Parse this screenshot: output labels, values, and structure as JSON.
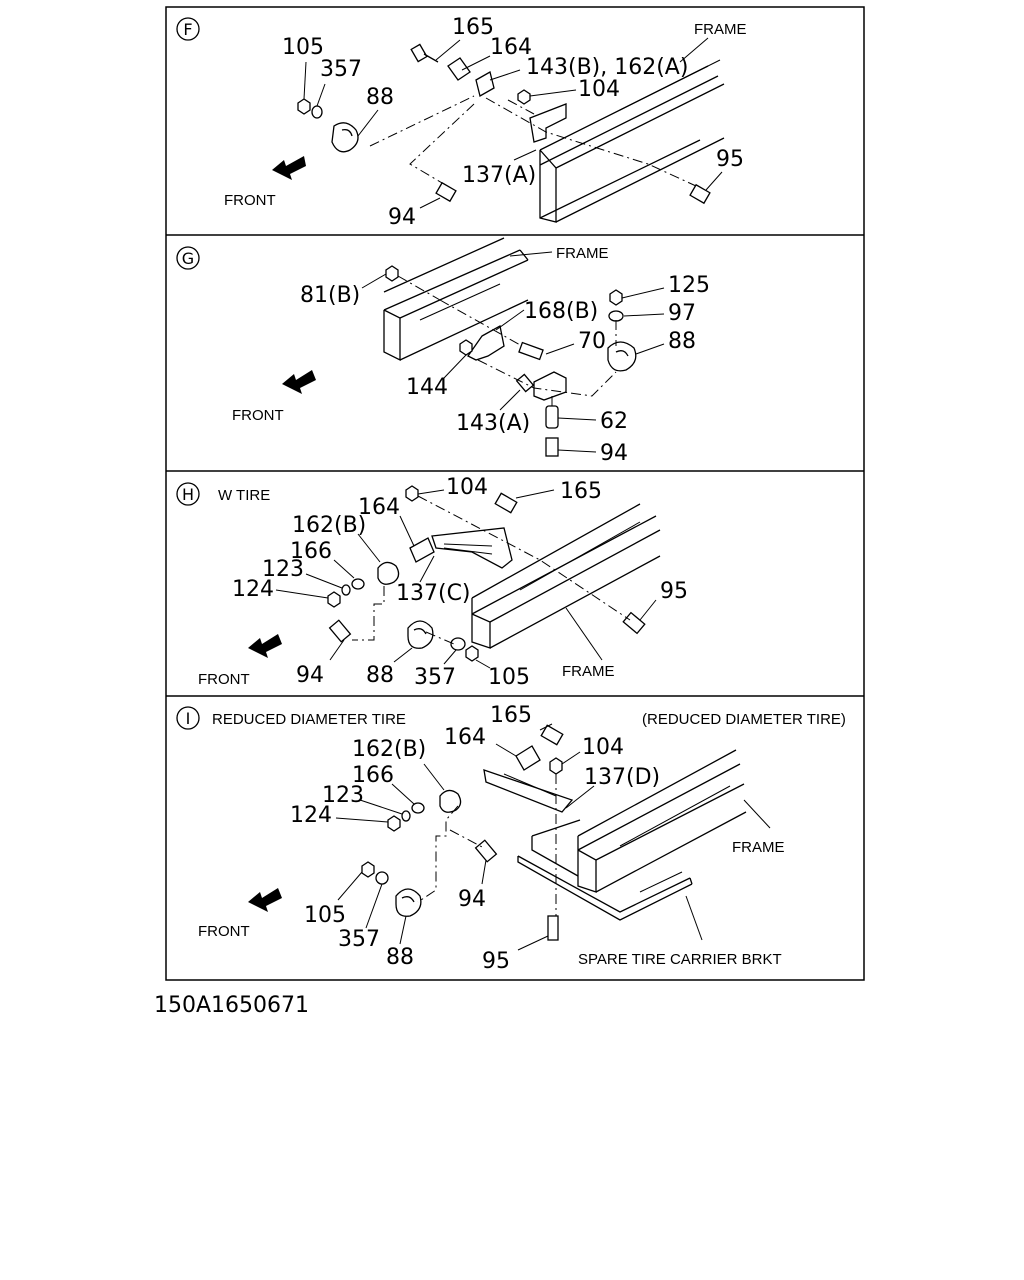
{
  "diagram_code": "150A1650671",
  "panels": {
    "f": {
      "id": "F",
      "texts": {
        "frame": "FRAME",
        "front": "FRONT"
      },
      "parts": {
        "p165": "165",
        "p164": "164",
        "p105": "105",
        "p357": "357",
        "p143b162a": "143(B), 162(A)",
        "p104": "104",
        "p88": "88",
        "p137a": "137(A)",
        "p95": "95",
        "p94": "94"
      }
    },
    "g": {
      "id": "G",
      "texts": {
        "frame": "FRAME",
        "front": "FRONT"
      },
      "parts": {
        "p81b": "81(B)",
        "p125": "125",
        "p168b": "168(B)",
        "p97": "97",
        "p70": "70",
        "p88": "88",
        "p144": "144",
        "p143a": "143(A)",
        "p62": "62",
        "p94": "94"
      }
    },
    "h": {
      "id": "H",
      "texts": {
        "title": "W TIRE",
        "frame": "FRAME",
        "front": "FRONT"
      },
      "parts": {
        "p104": "104",
        "p165": "165",
        "p164": "164",
        "p162b": "162(B)",
        "p166": "166",
        "p123": "123",
        "p124": "124",
        "p137c": "137(C)",
        "p95": "95",
        "p94": "94",
        "p88": "88",
        "p357": "357",
        "p105": "105"
      }
    },
    "i": {
      "id": "I",
      "texts": {
        "title": "REDUCED DIAMETER TIRE",
        "title_right": "(REDUCED DIAMETER TIRE)",
        "frame": "FRAME",
        "front": "FRONT",
        "bracket": "SPARE TIRE CARRIER BRKT"
      },
      "parts": {
        "p165": "165",
        "p164": "164",
        "p104": "104",
        "p162b": "162(B)",
        "p137d": "137(D)",
        "p166": "166",
        "p123": "123",
        "p124": "124",
        "p94": "94",
        "p105": "105",
        "p357": "357",
        "p88": "88",
        "p95": "95"
      }
    }
  }
}
